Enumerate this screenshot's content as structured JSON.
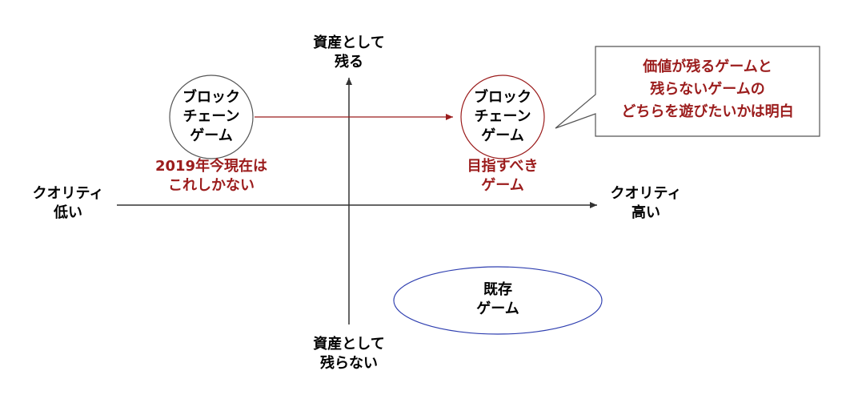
{
  "axes": {
    "top_label": [
      "資産として",
      "残る"
    ],
    "bottom_label": [
      "資産として",
      "残らない"
    ],
    "left_label": [
      "クオリティ",
      "低い"
    ],
    "right_label": [
      "クオリティ",
      "高い"
    ]
  },
  "nodes": {
    "current_blockchain": {
      "label": [
        "ブロック",
        "チェーン",
        "ゲーム"
      ],
      "caption": [
        "2019年今現在は",
        "これしかない"
      ]
    },
    "target_blockchain": {
      "label": [
        "ブロック",
        "チェーン",
        "ゲーム"
      ],
      "caption": [
        "目指すべき",
        "ゲーム"
      ]
    },
    "existing_games": {
      "label": [
        "既存",
        "ゲーム"
      ]
    }
  },
  "callout": {
    "lines": [
      "価値が残るゲームと",
      "残らないゲームの",
      "どちらを遊びたいかは明白"
    ]
  },
  "colors": {
    "axis": "#333333",
    "circle_stroke": "#555555",
    "target_stroke": "#9b1c1c",
    "arrow": "#9b1c1c",
    "existing_stroke": "#2f3fb0",
    "accent_text": "#9b1c1c",
    "callout_border": "#555555"
  }
}
